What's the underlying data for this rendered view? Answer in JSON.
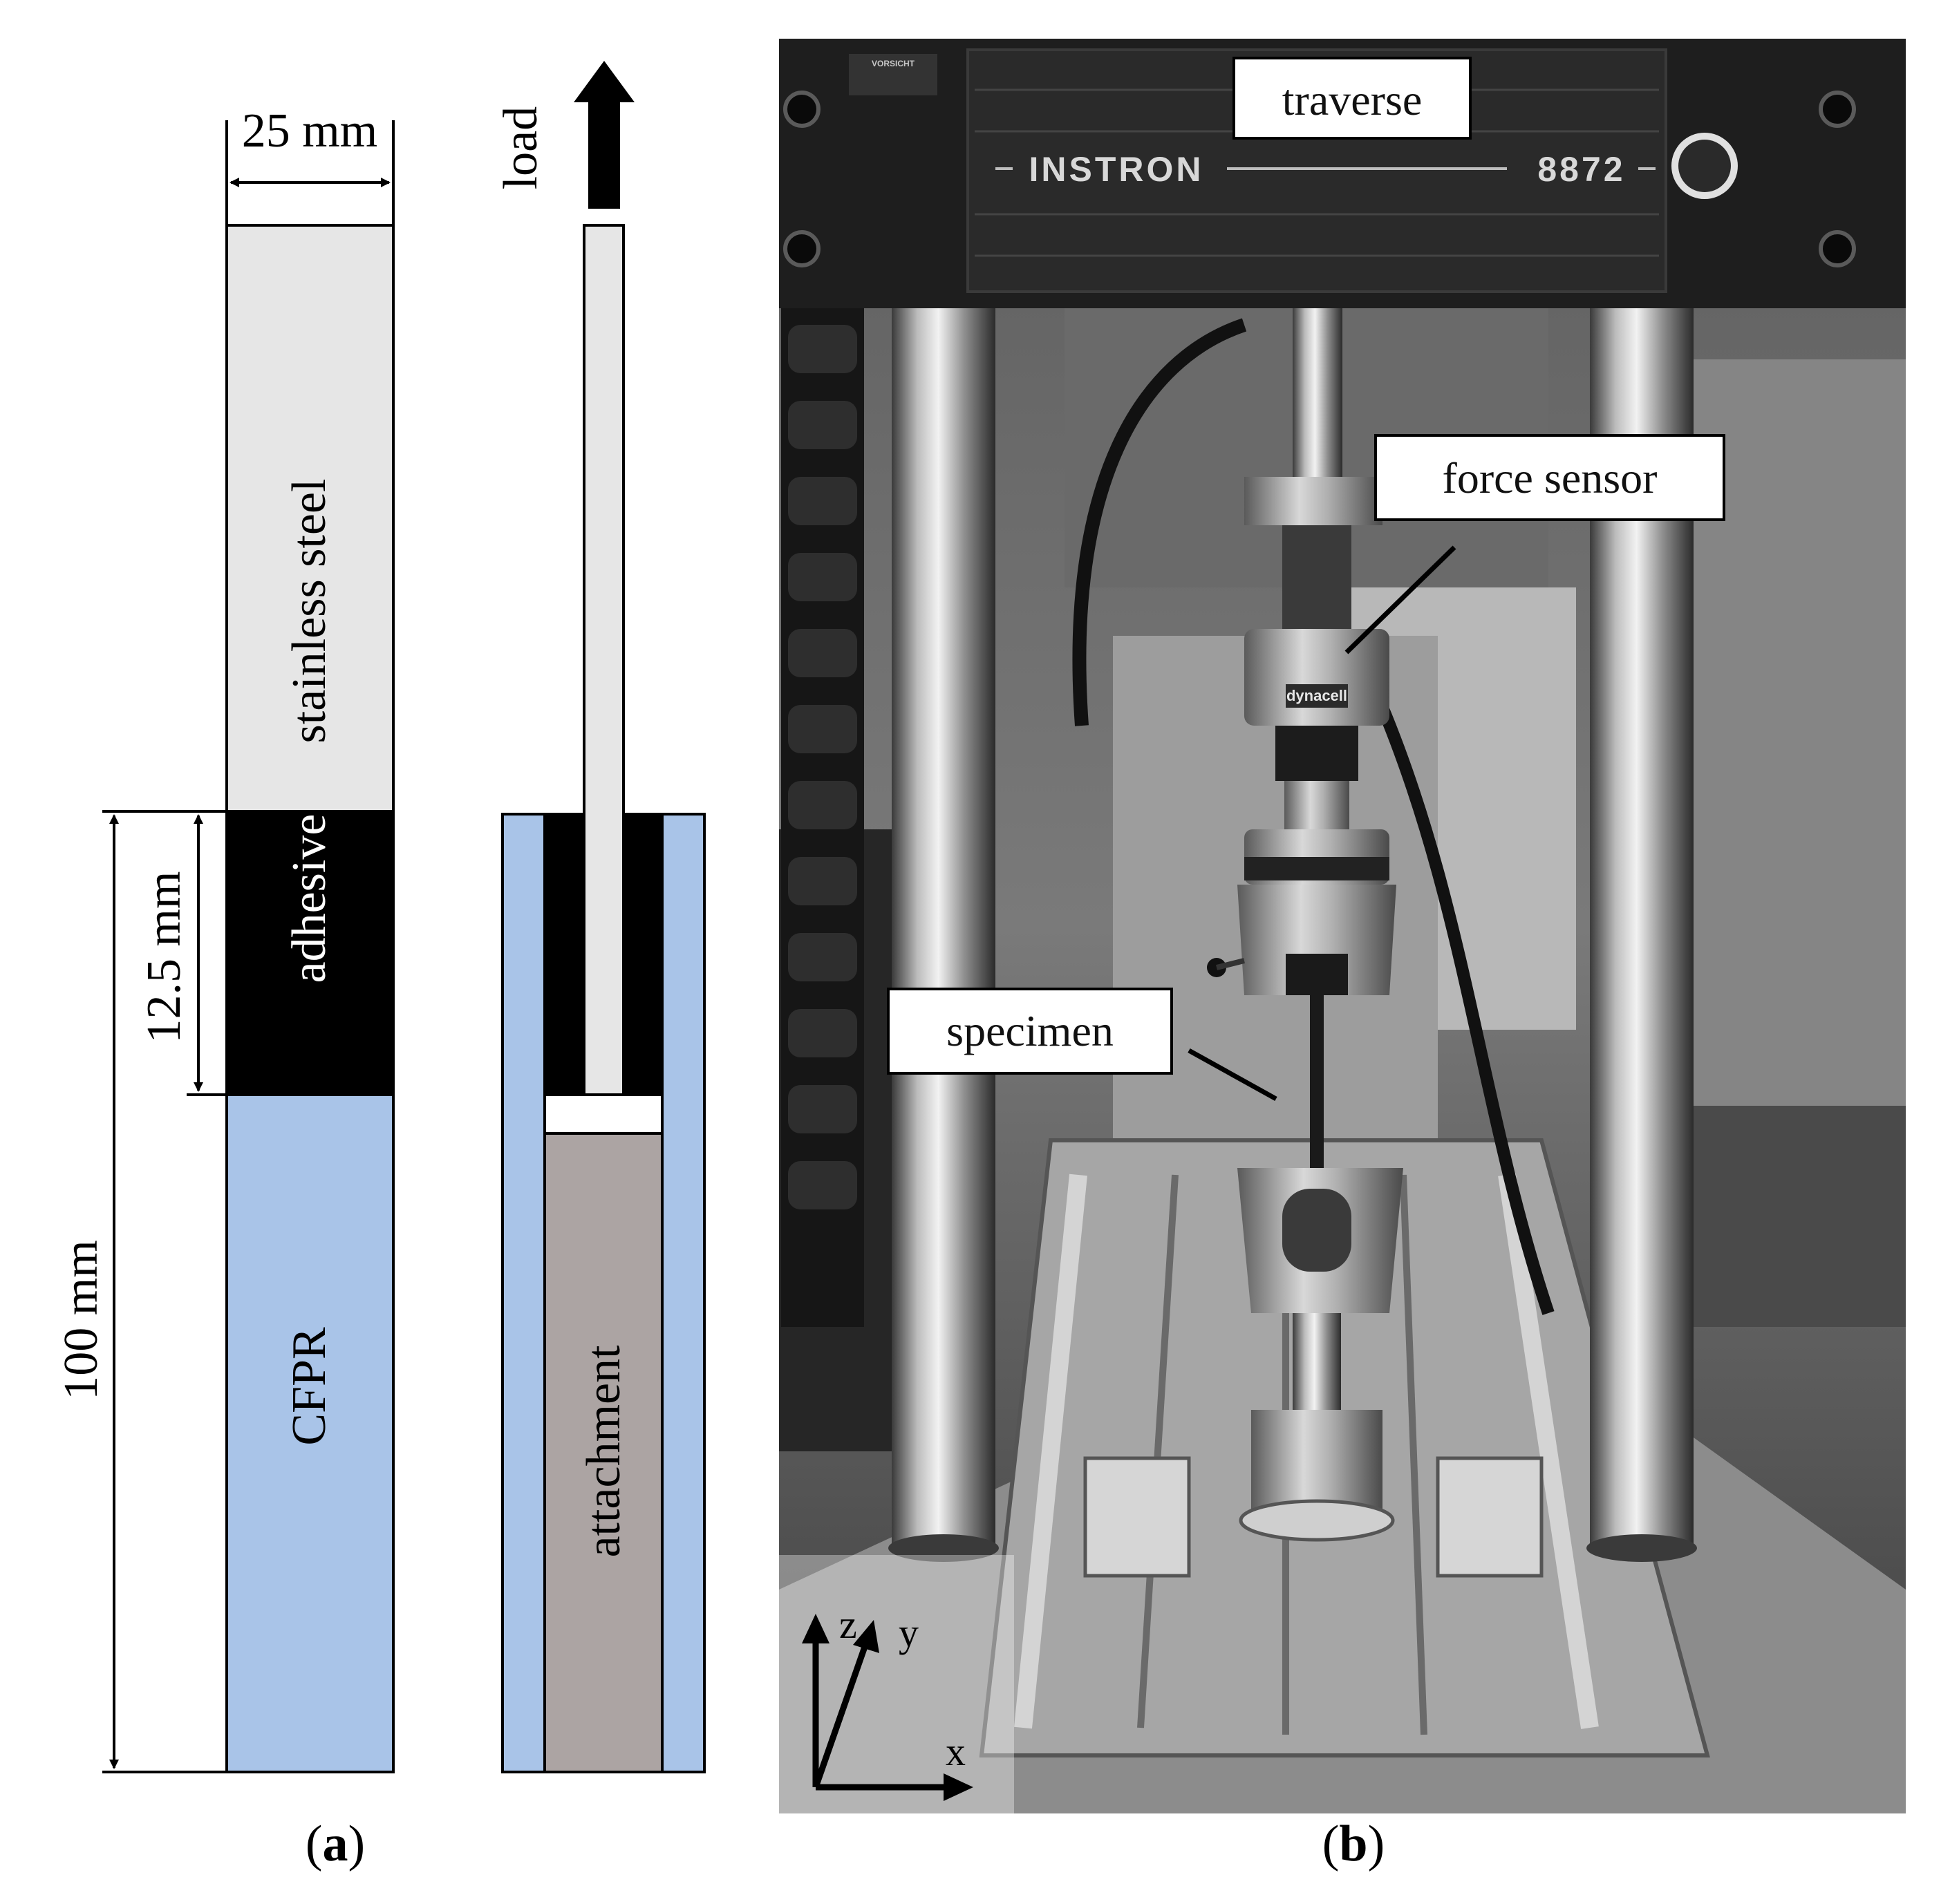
{
  "panel_a": {
    "dim_width": "25 mm",
    "dim_overlap": "12.5 mm",
    "dim_length": "100 mm",
    "label_steel": "stainless steel",
    "label_adhesive": "adhesive",
    "label_cfrp": "CFPR",
    "label_load": "load",
    "label_attachment": "attachment",
    "caption_open": "(",
    "caption_letter": "a",
    "caption_close": ")",
    "colors": {
      "steel": "#e6e6e6",
      "adhesive": "#000000",
      "cfrp": "#a9c4e8",
      "attachment": "#aca4a3"
    }
  },
  "panel_b": {
    "label_traverse": "traverse",
    "label_force_sensor": "force sensor",
    "label_specimen": "specimen",
    "machine_brand": "INSTRON",
    "machine_model": "8872",
    "sensor_brand": "dynacell",
    "warning_heading": "VORSICHT",
    "axis_x": "x",
    "axis_y": "y",
    "axis_z": "z",
    "caption_open": "(",
    "caption_letter": "b",
    "caption_close": ")"
  }
}
